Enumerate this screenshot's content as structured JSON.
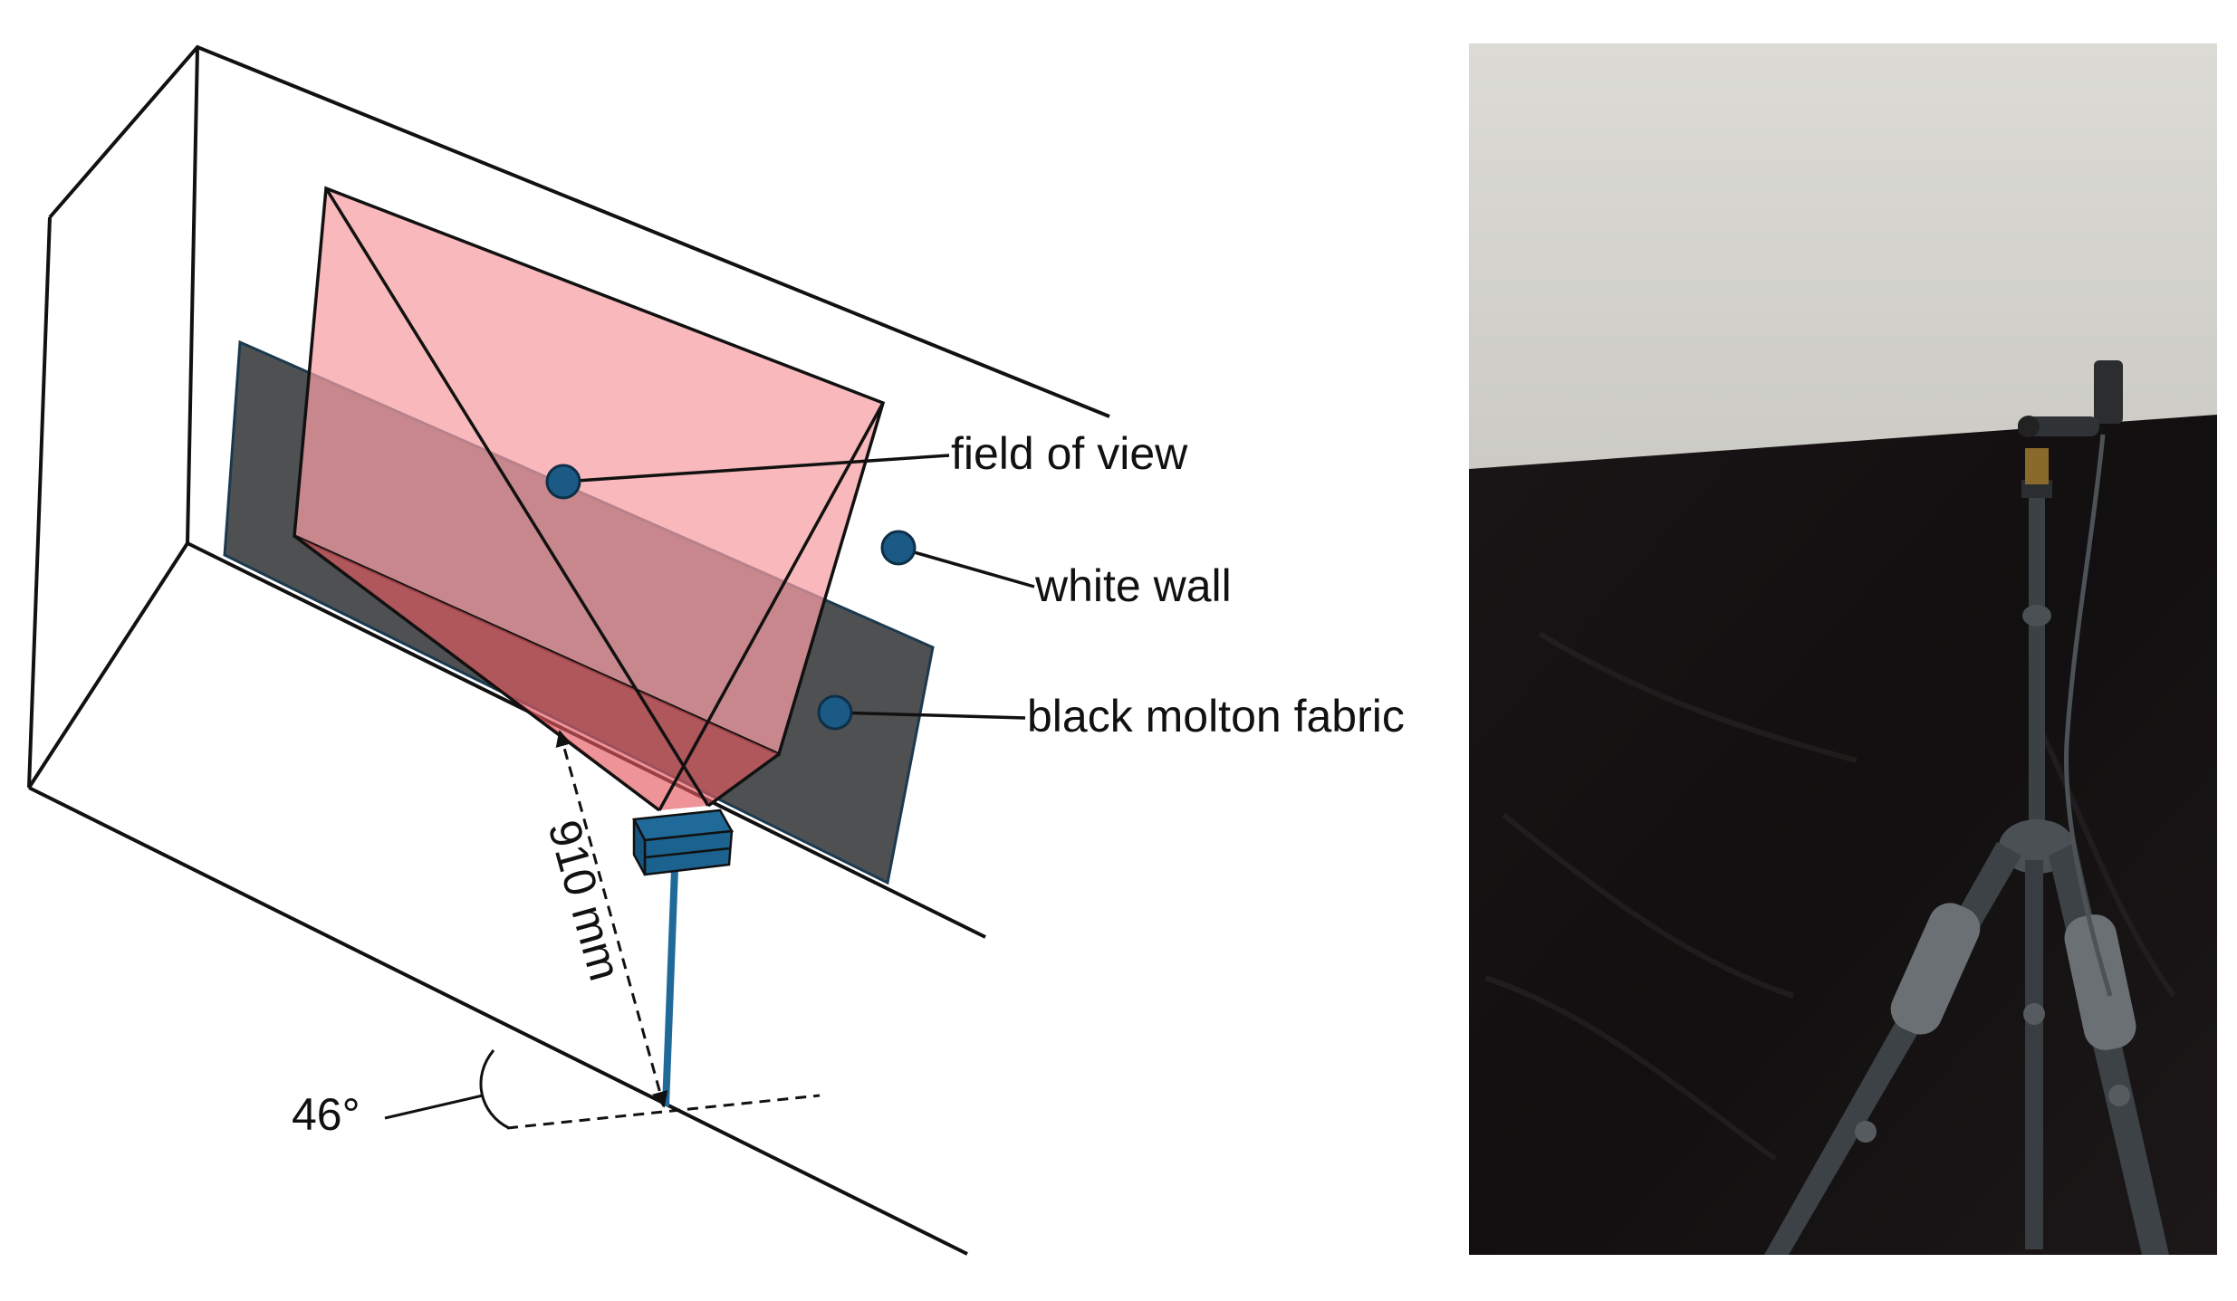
{
  "diagram": {
    "labels": {
      "field_of_view": "field of view",
      "white_wall": "white wall",
      "black_molton_fabric": "black molton fabric",
      "distance": "910 mm",
      "angle": "46°"
    },
    "colors": {
      "field_of_view_fill": "#f08a8e",
      "fabric_fill": "#4f5052",
      "marker": "#1b5a85",
      "camera": "#1f6a99",
      "outline": "#111111"
    }
  },
  "photo": {
    "description_icon": "camera-on-tripod-photo"
  }
}
